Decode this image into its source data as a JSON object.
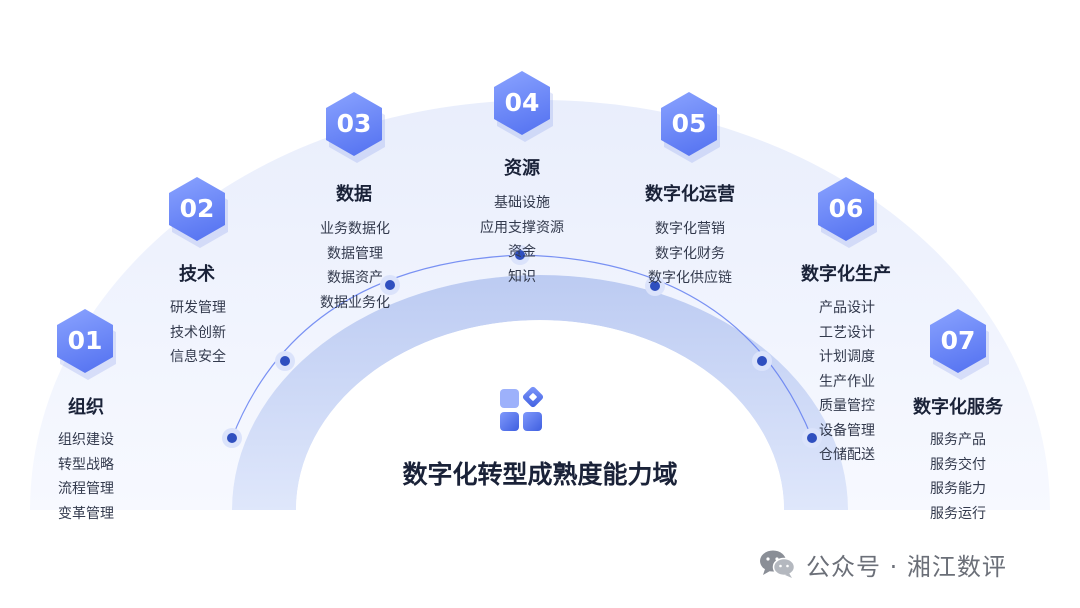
{
  "center": {
    "title": "数字化转型成熟度能力域"
  },
  "domains": [
    {
      "num": "01",
      "title": "组织",
      "items": [
        "组织建设",
        "转型战略",
        "流程管理",
        "变革管理"
      ]
    },
    {
      "num": "02",
      "title": "技术",
      "items": [
        "研发管理",
        "技术创新",
        "信息安全"
      ]
    },
    {
      "num": "03",
      "title": "数据",
      "items": [
        "业务数据化",
        "数据管理",
        "数据资产",
        "数据业务化"
      ]
    },
    {
      "num": "04",
      "title": "资源",
      "items": [
        "基础设施",
        "应用支撑资源",
        "资金",
        "知识"
      ]
    },
    {
      "num": "05",
      "title": "数字化运营",
      "items": [
        "数字化营销",
        "数字化财务",
        "数字化供应链"
      ]
    },
    {
      "num": "06",
      "title": "数字化生产",
      "items": [
        "产品设计",
        "工艺设计",
        "计划调度",
        "生产作业",
        "质量管控",
        "设备管理",
        "仓储配送"
      ]
    },
    {
      "num": "07",
      "title": "数字化服务",
      "items": [
        "服务产品",
        "服务交付",
        "服务能力",
        "服务运行"
      ]
    }
  ],
  "watermark": {
    "text": "公众号 · 湘江数评"
  },
  "colors": {
    "accent": "#5b78f0",
    "arc_outer": "#eef2fd",
    "arc_inner": "#c9d6f5",
    "dot": "#2f4fbf"
  }
}
